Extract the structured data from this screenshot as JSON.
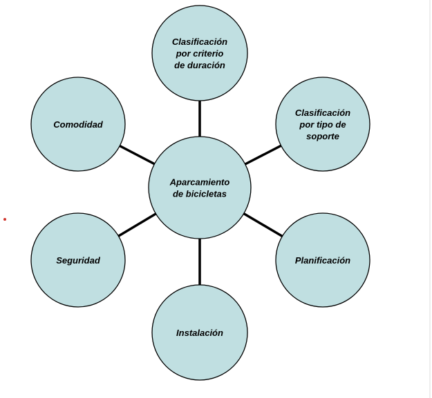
{
  "diagram": {
    "type": "radial-concept-map",
    "center": {
      "id": "center",
      "lines": [
        "Aparcamiento",
        "de bicicletas"
      ]
    },
    "nodes": [
      {
        "id": "duracion",
        "lines": [
          "Clasificación",
          "por criterio",
          "de duración"
        ]
      },
      {
        "id": "soporte",
        "lines": [
          "Clasificación",
          "por tipo de",
          "soporte"
        ]
      },
      {
        "id": "planificacion",
        "lines": [
          "Planificación"
        ]
      },
      {
        "id": "instalacion",
        "lines": [
          "Instalación"
        ]
      },
      {
        "id": "seguridad",
        "lines": [
          "Seguridad"
        ]
      },
      {
        "id": "comodidad",
        "lines": [
          "Comodidad"
        ]
      }
    ],
    "colors": {
      "node_fill": "#c0dfe1",
      "node_stroke": "#000000",
      "connector": "#000000",
      "bullet": "#d0342c"
    }
  }
}
